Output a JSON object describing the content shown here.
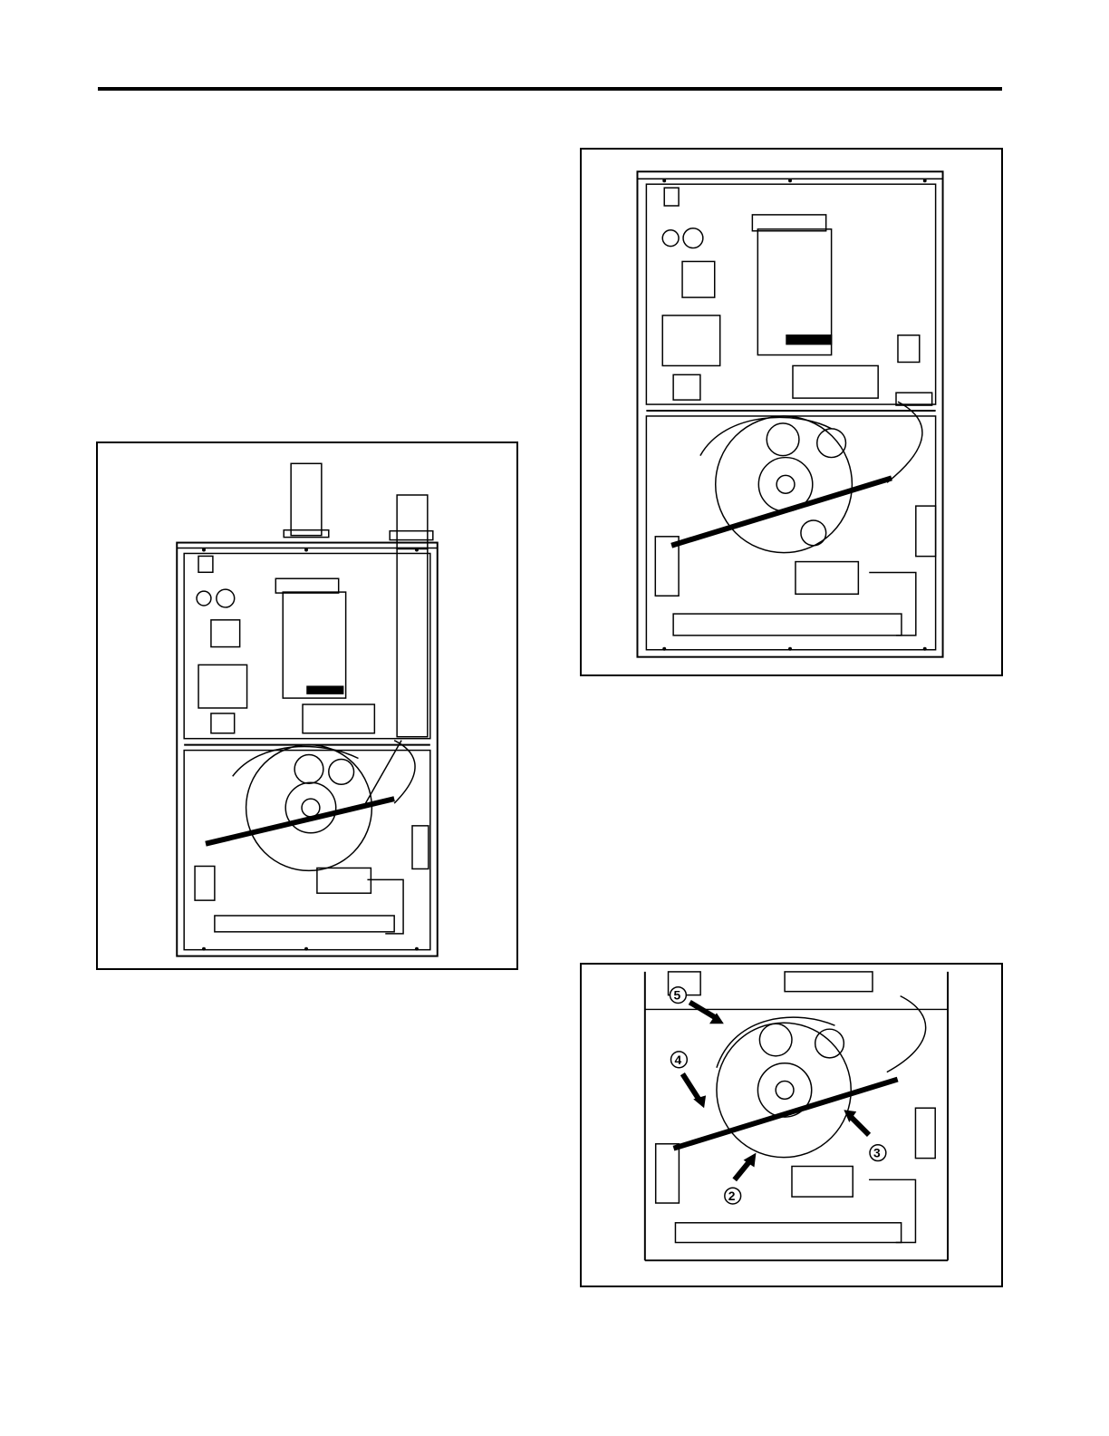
{
  "page": {
    "figures": [
      {
        "id": "figure-furnace-full",
        "description_visible": false
      },
      {
        "id": "figure-furnace-panel-removed",
        "description_visible": false
      },
      {
        "id": "figure-furnace-callouts",
        "callouts": [
          "5",
          "4",
          "3",
          "2"
        ]
      }
    ]
  },
  "callouts": {
    "c5": "5",
    "c4": "4",
    "c3": "3",
    "c2": "2"
  },
  "colors": {
    "line": "#000000",
    "background": "#ffffff"
  }
}
